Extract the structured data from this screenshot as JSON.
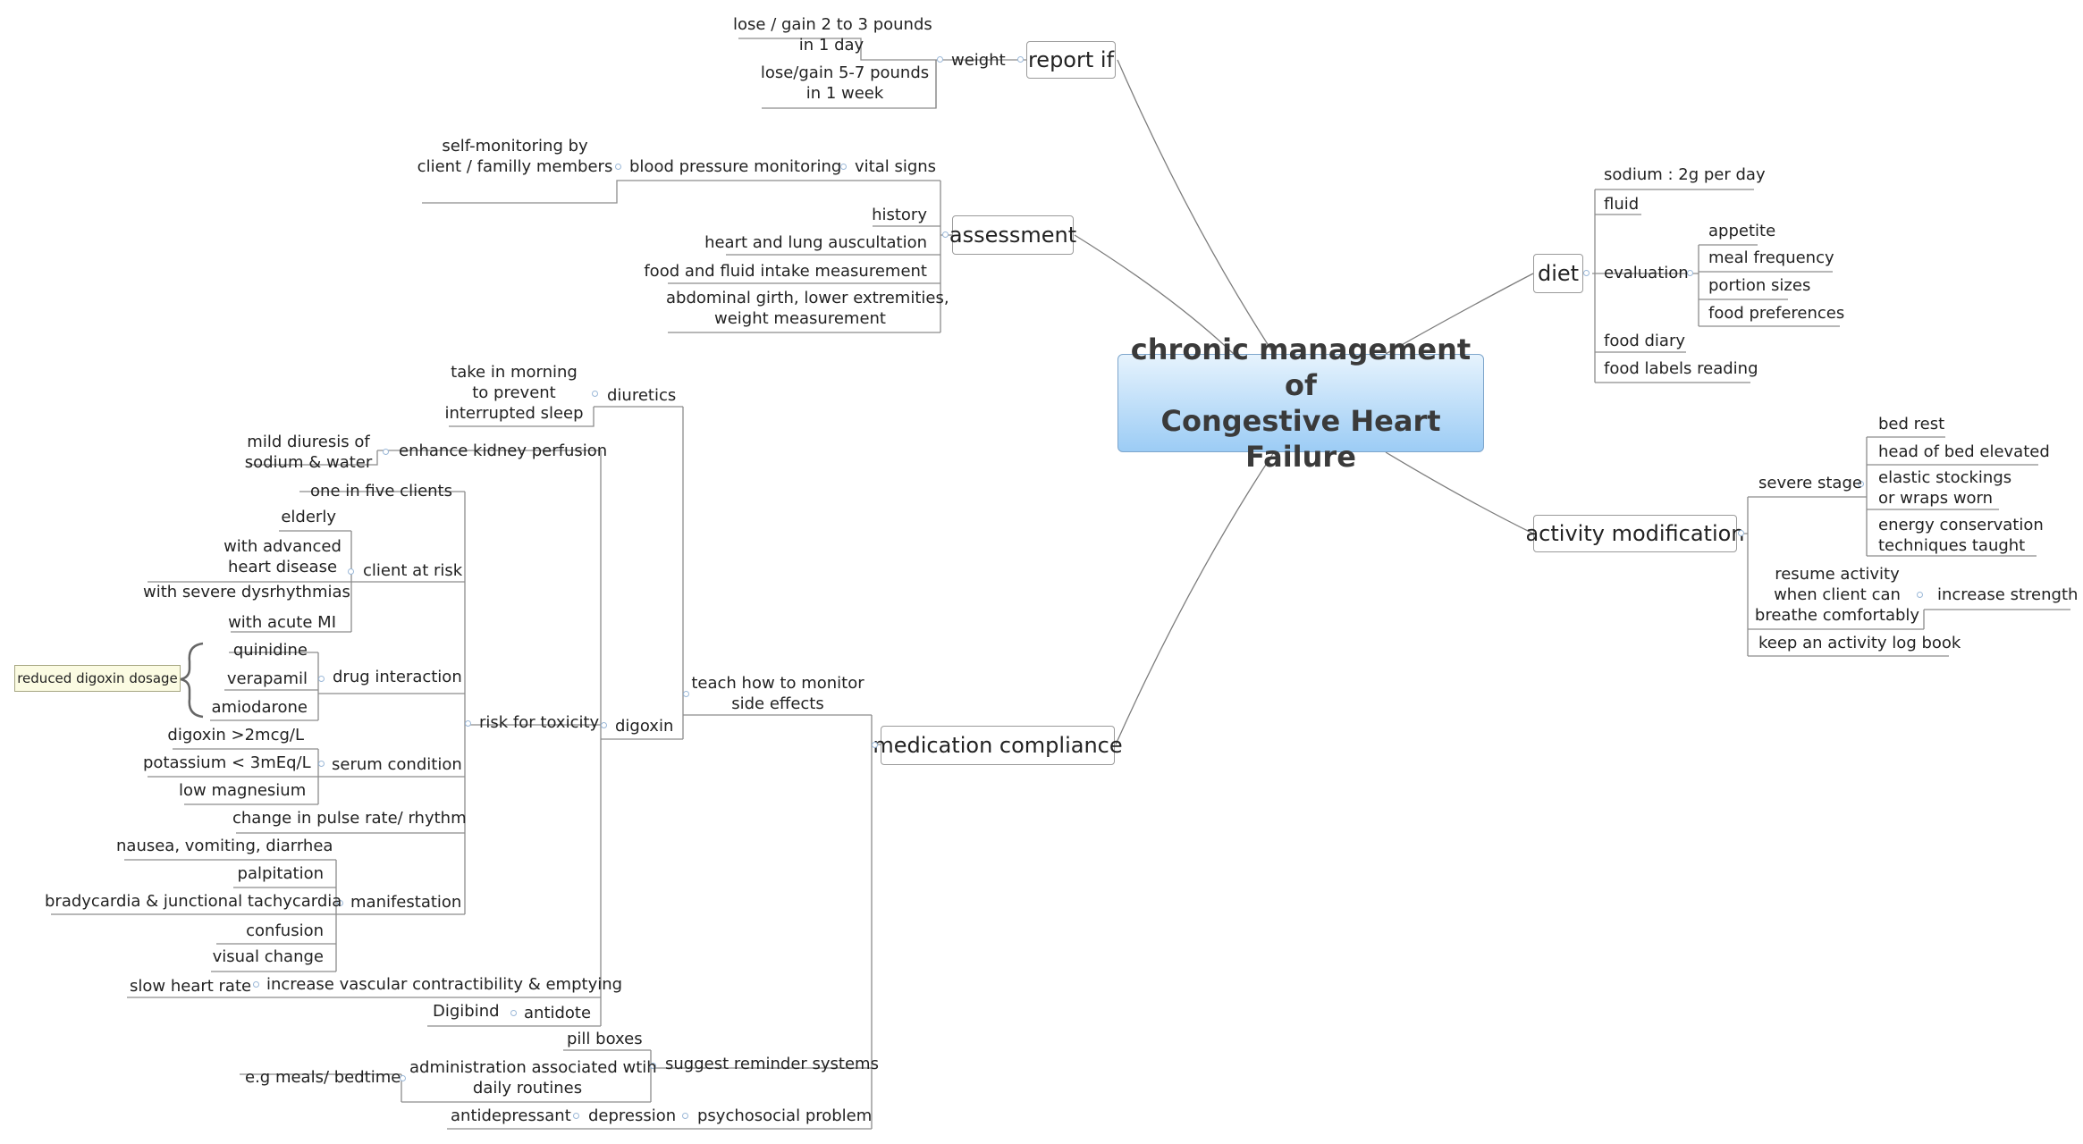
{
  "central": {
    "line1": "chronic management of",
    "line2": "Congestive Heart Failure"
  },
  "note": "reduced digoxin dosage",
  "report_if": {
    "title": "report if",
    "weight": "weight",
    "w1a": "lose / gain 2 to 3 pounds",
    "w1b": "in 1 day",
    "w2a": "lose/gain 5-7 pounds",
    "w2b": "in 1 week"
  },
  "assessment": {
    "title": "assessment",
    "vital_signs": "vital signs",
    "bp": "blood pressure monitoring",
    "selfmon_a": "self-monitoring by",
    "selfmon_b": "client / familly members",
    "history": "history",
    "auscultation": "heart and lung auscultation",
    "intake": "food and fluid intake measurement",
    "girth_a": "abdominal girth, lower extremities,",
    "girth_b": "weight measurement"
  },
  "diet": {
    "title": "diet",
    "sodium": "sodium : 2g per day",
    "fluid": "fluid",
    "evaluation": "evaluation",
    "appetite": "appetite",
    "meal_freq": "meal frequency",
    "portion": "portion sizes",
    "preferences": "food preferences",
    "diary": "food diary",
    "labels": "food labels reading"
  },
  "activity": {
    "title": "activity modification",
    "severe": "severe stage",
    "bed_rest": "bed rest",
    "head_bed": "head of bed elevated",
    "stock_a": "elastic stockings",
    "stock_b": "or wraps worn",
    "energy_a": "energy conservation",
    "energy_b": "techniques taught",
    "resume_a": "resume activity",
    "resume_b": "when client can",
    "resume_c": "breathe comfortably",
    "strength": "increase strength",
    "log": "keep an activity log book"
  },
  "medication": {
    "title": "medication compliance",
    "teach_a": "teach how to monitor",
    "teach_b": "side effects",
    "diuretics": "diuretics",
    "morning_a": "take in morning",
    "morning_b": "to prevent",
    "morning_c": "interrupted sleep",
    "digoxin": "digoxin",
    "kidney": "enhance kidney perfusion",
    "mild_a": "mild diuresis of",
    "mild_b": "sodium & water",
    "risk": "risk for toxicity",
    "one_five": "one in five clients",
    "client_risk": "client at risk",
    "elderly": "elderly",
    "adv_a": "with advanced",
    "adv_b": "heart disease",
    "dysr": "with severe dysrhythmias",
    "acute": "with acute MI",
    "drug_int": "drug interaction",
    "quinidine": "quinidine",
    "verapamil": "verapamil",
    "amiodarone": "amiodarone",
    "serum": "serum condition",
    "dig_level": "digoxin >2mcg/L",
    "potassium": "potassium < 3mEq/L",
    "magnesium": "low magnesium",
    "pulse": "change in pulse rate/ rhythm",
    "manifestation": "manifestation",
    "nausea": "nausea, vomiting, diarrhea",
    "palpitation": "palpitation",
    "brady": "bradycardia & junctional tachycardia",
    "confusion": "confusion",
    "visual": "visual change",
    "vascular": "increase vascular contractibility & emptying",
    "slow_hr": "slow heart rate",
    "antidote": "antidote",
    "digibind": "Digibind",
    "reminder": "suggest reminder systems",
    "pill": "pill boxes",
    "admin_a": "administration associated wtih",
    "admin_b": "daily routines",
    "meals": "e.g meals/ bedtime",
    "psycho": "psychosocial problem",
    "depression": "depression",
    "antidep": "antidepressant"
  }
}
